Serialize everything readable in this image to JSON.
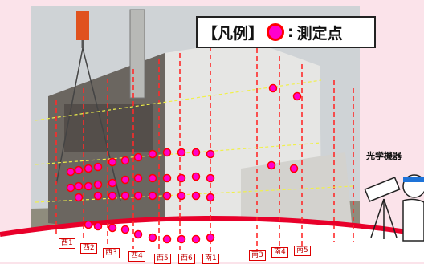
{
  "legend": {
    "open_bracket": "【",
    "title": "凡例",
    "close_bracket": "】",
    "separator": ":",
    "text": "測定点"
  },
  "instrument": {
    "label": "光学機器"
  },
  "wall_labels": [
    "西1",
    "西2",
    "西3",
    "西4",
    "西5",
    "西6",
    "南1",
    "南3",
    "南4",
    "南5"
  ],
  "colors": {
    "point_fill": "#ff00cc",
    "point_border": "#ff0000",
    "grid_line": "#ff2a2a",
    "level_line": "#f0f04a",
    "background": "#fbe3ea"
  }
}
